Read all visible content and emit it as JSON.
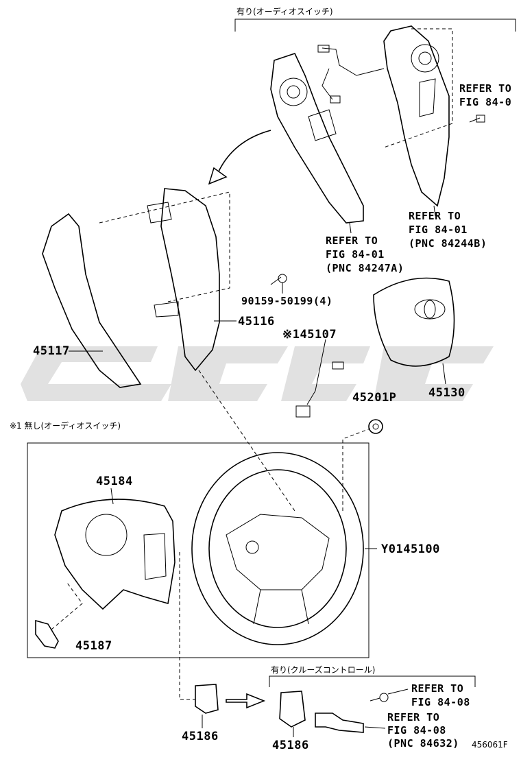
{
  "diagram_id": "456061F",
  "top_group_label": "有り(オーディオスイッチ)",
  "note_label": "※1 無し(オーディオスイッチ)",
  "cruise_group_label": "有り(クルーズコントロール)",
  "labels": {
    "p45117": "45117",
    "p45116": "45116",
    "p90159": "90159-50199(4)",
    "p45107": "※145107",
    "p45130": "45130",
    "p45201P": "45201P",
    "p45184": "45184",
    "p45187": "45187",
    "pY0145100": "Y0145100",
    "p45186a": "45186",
    "p45186b": "45186"
  },
  "references": {
    "ref_top_right": [
      "REFER TO",
      "FIG 84-0"
    ],
    "ref_84244B": [
      "REFER TO",
      "FIG 84-01",
      "(PNC 84244B)"
    ],
    "ref_84247A": [
      "REFER TO",
      "FIG 84-01",
      "(PNC 84247A)"
    ],
    "ref_84_08_a": [
      "REFER TO",
      "FIG 84-08"
    ],
    "ref_84632": [
      "REFER TO",
      "FIG 84-08",
      "(PNC 84632)"
    ]
  },
  "colors": {
    "ink": "#000000",
    "watermark": "#c8c8c8",
    "background": "#ffffff"
  }
}
